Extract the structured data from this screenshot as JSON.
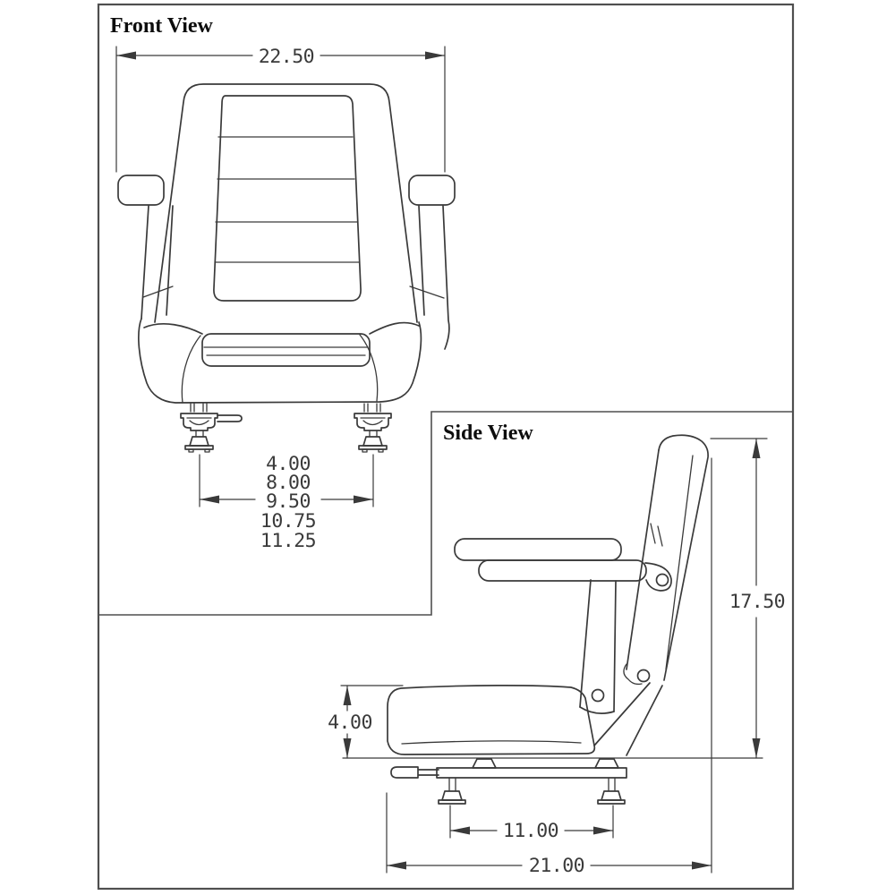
{
  "style": {
    "background": "#ffffff",
    "line_color": "#3a3a3a",
    "border_color": "#4f4f4f",
    "text_color": "#3a3a3a"
  },
  "front_view": {
    "label": "Front View",
    "dim_overall_width": "22.50",
    "dim_mount_widths": [
      "4.00",
      "8.00",
      "9.50",
      "10.75",
      "11.25"
    ]
  },
  "side_view": {
    "label": "Side View",
    "dim_overall_height": "17.50",
    "dim_cushion_height": "4.00",
    "dim_rail_spacing": "11.00",
    "dim_overall_depth": "21.00"
  }
}
